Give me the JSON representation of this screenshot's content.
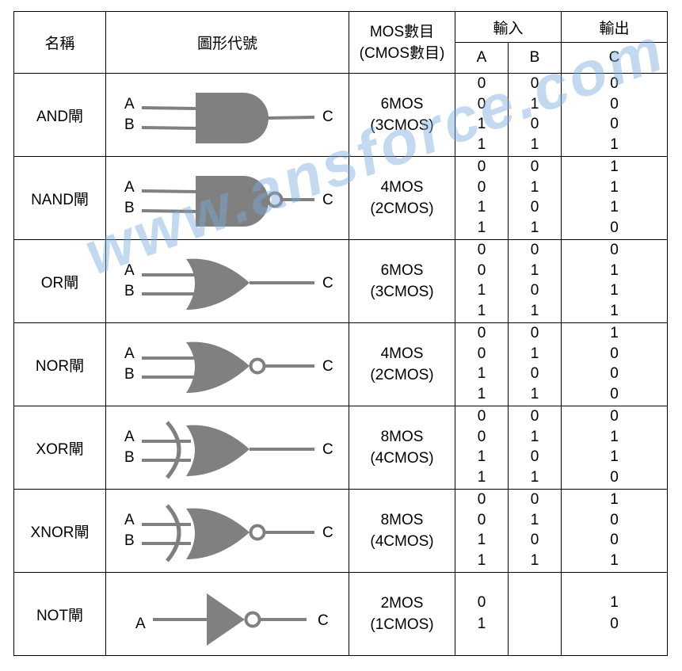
{
  "header": {
    "name_label": "名稱",
    "symbol_label": "圖形代號",
    "mos_label_line1": "MOS數目",
    "mos_label_line2": "(CMOS數目)",
    "input_label": "輸入",
    "output_label": "輸出",
    "col_a": "A",
    "col_b": "B",
    "col_c": "C"
  },
  "gates": [
    {
      "name": "AND閘",
      "icon": "and-gate-icon",
      "mos": "6MOS",
      "cmos": "(3CMOS)",
      "a": [
        "0",
        "0",
        "1",
        "1"
      ],
      "b": [
        "0",
        "1",
        "0",
        "1"
      ],
      "c": [
        "0",
        "0",
        "0",
        "1"
      ],
      "pin_a": "A",
      "pin_b": "B",
      "pin_c": "C"
    },
    {
      "name": "NAND閘",
      "icon": "nand-gate-icon",
      "mos": "4MOS",
      "cmos": "(2CMOS)",
      "a": [
        "0",
        "0",
        "1",
        "1"
      ],
      "b": [
        "0",
        "1",
        "0",
        "1"
      ],
      "c": [
        "1",
        "1",
        "1",
        "0"
      ],
      "pin_a": "A",
      "pin_b": "B",
      "pin_c": "C"
    },
    {
      "name": "OR閘",
      "icon": "or-gate-icon",
      "mos": "6MOS",
      "cmos": "(3CMOS)",
      "a": [
        "0",
        "0",
        "1",
        "1"
      ],
      "b": [
        "0",
        "1",
        "0",
        "1"
      ],
      "c": [
        "0",
        "1",
        "1",
        "1"
      ],
      "pin_a": "A",
      "pin_b": "B",
      "pin_c": "C"
    },
    {
      "name": "NOR閘",
      "icon": "nor-gate-icon",
      "mos": "4MOS",
      "cmos": "(2CMOS)",
      "a": [
        "0",
        "0",
        "1",
        "1"
      ],
      "b": [
        "0",
        "1",
        "0",
        "1"
      ],
      "c": [
        "1",
        "0",
        "0",
        "0"
      ],
      "pin_a": "A",
      "pin_b": "B",
      "pin_c": "C"
    },
    {
      "name": "XOR閘",
      "icon": "xor-gate-icon",
      "mos": "8MOS",
      "cmos": "(4CMOS)",
      "a": [
        "0",
        "0",
        "1",
        "1"
      ],
      "b": [
        "0",
        "1",
        "0",
        "1"
      ],
      "c": [
        "0",
        "1",
        "1",
        "0"
      ],
      "pin_a": "A",
      "pin_b": "B",
      "pin_c": "C"
    },
    {
      "name": "XNOR閘",
      "icon": "xnor-gate-icon",
      "mos": "8MOS",
      "cmos": "(4CMOS)",
      "a": [
        "0",
        "0",
        "1",
        "1"
      ],
      "b": [
        "0",
        "1",
        "0",
        "1"
      ],
      "c": [
        "1",
        "0",
        "0",
        "1"
      ],
      "pin_a": "A",
      "pin_b": "B",
      "pin_c": "C"
    },
    {
      "name": "NOT閘",
      "icon": "not-gate-icon",
      "mos": "2MOS",
      "cmos": "(1CMOS)",
      "a": [
        "0",
        "1"
      ],
      "b": [],
      "c": [
        "1",
        "0"
      ],
      "pin_a": "A",
      "pin_b": "",
      "pin_c": "C"
    }
  ],
  "gate_color": "#808080",
  "watermark": "www.ansforce.com"
}
